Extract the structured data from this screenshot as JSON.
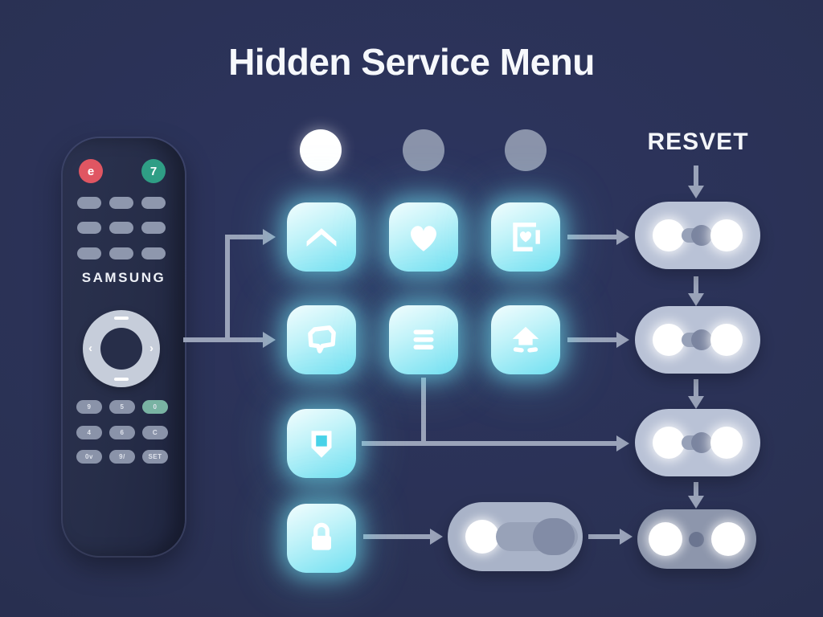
{
  "title": "Hidden Service Menu",
  "palette": {
    "background": "#2a3153",
    "glow_cyan": "#6fe0f0",
    "connector_line": "#9aa3b9",
    "toggle_pill": "#b9c2d6",
    "toggle_pill_dark": "#8d96ac",
    "remote_body": "#262d48",
    "button_red": "#e05662",
    "button_green": "#2f9e85",
    "keypad_teal": "#79b3a3"
  },
  "remote": {
    "brand": "SAMSUNG",
    "red_button_label": "e",
    "green_button_label": "7",
    "dpad_marks": {
      "left": "‹",
      "right": "›"
    },
    "keypad_bottom": [
      [
        "9",
        "5",
        "0"
      ],
      [
        "4",
        "6",
        "C"
      ],
      [
        "0v",
        "9/",
        "SET"
      ]
    ]
  },
  "indicators": {
    "states": [
      "on",
      "off",
      "off"
    ]
  },
  "menu": {
    "row1_icons": [
      "chevron-up",
      "heart",
      "photo-frame-heart"
    ],
    "row2_icons": [
      "chat-bubble",
      "menu-list",
      "upload"
    ],
    "row3_icons": [
      "shield"
    ],
    "row4_icons": [
      "lock"
    ]
  },
  "reset": {
    "label": "RESVET"
  }
}
